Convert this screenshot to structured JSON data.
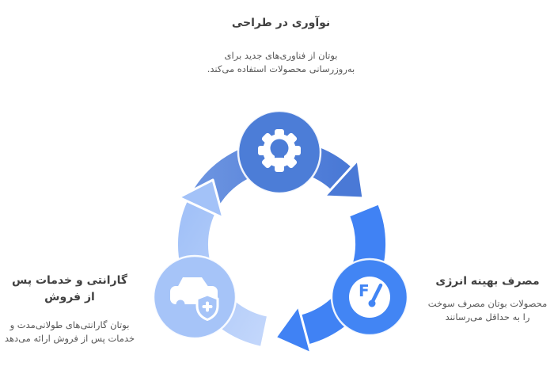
{
  "page": {
    "background": "#ffffff",
    "language": "fa",
    "direction": "rtl"
  },
  "sections": {
    "innovation": {
      "title": "نوآوری در طراحی",
      "body_line1": "بوتان از فناوری‌های جدید برای",
      "body_line2": "به‌روزرسانی محصولات استفاده می‌کند."
    },
    "energy": {
      "title": "مصرف بهینه انرژی",
      "body_line1": "محصولات بوتان مصرف سوخت",
      "body_line2": "را به حداقل می‌رسانند"
    },
    "warranty": {
      "title_line1": "گارانتی و خدمات پس",
      "title_line2": "از فروش",
      "body_line1": "بوتان گارانتی‌های طولانی‌مدت و",
      "body_line2": "خدمات پس از فروش ارائه می‌دهد"
    }
  },
  "diagram": {
    "type": "cycle",
    "direction": "clockwise",
    "nodes": [
      {
        "id": "innovation",
        "icon": "gear-lightbulb-icon",
        "color": "#4c7dd7"
      },
      {
        "id": "energy",
        "icon": "fuel-gauge-icon",
        "color": "#4285f4",
        "icon_letter": "F"
      },
      {
        "id": "warranty",
        "icon": "car-shield-plus-icon",
        "color": "#a6c4f8"
      }
    ],
    "colors": {
      "arc_innovation_start": "#6b93e0",
      "arc_innovation_end": "#4a79d6",
      "arc_energy": "#4082f4",
      "arc_warranty_start": "#c2d6fb",
      "arc_warranty_end": "#a3c2f8",
      "icon_white": "#ffffff",
      "node_ring": "#ffffff",
      "title_text": "#414141",
      "body_text": "#565656"
    }
  }
}
